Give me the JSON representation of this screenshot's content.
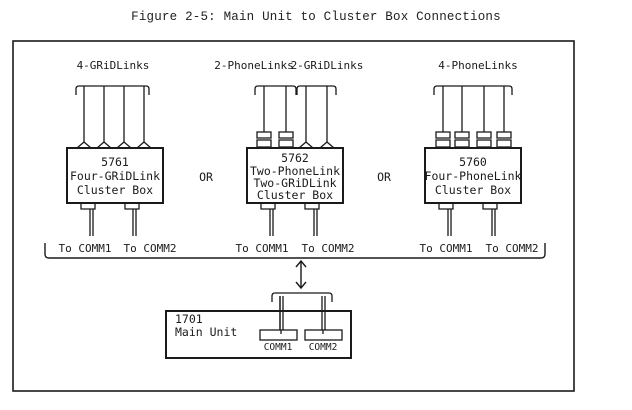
{
  "figure": {
    "title": "Figure 2-5: Main Unit to Cluster Box Connections"
  },
  "cluster_boxes": [
    {
      "model": "5761",
      "name_lines": [
        "Four-GRiDLink",
        "Cluster Box"
      ],
      "group_labels": [
        "4-GRiDLinks"
      ],
      "ports": [
        "gridlink",
        "gridlink",
        "gridlink",
        "gridlink"
      ],
      "outputs": [
        "To COMM1",
        "To COMM2"
      ]
    },
    {
      "model": "5762",
      "name_lines": [
        "Two-PhoneLink",
        "Two-GRiDLink",
        "Cluster Box"
      ],
      "group_labels": [
        "2-PhoneLinks",
        "2-GRiDLinks"
      ],
      "ports": [
        "phonelink",
        "phonelink",
        "gridlink",
        "gridlink"
      ],
      "outputs": [
        "To COMM1",
        "To COMM2"
      ]
    },
    {
      "model": "5760",
      "name_lines": [
        "Four-PhoneLink",
        "Cluster Box"
      ],
      "group_labels": [
        "4-PhoneLinks"
      ],
      "ports": [
        "phonelink",
        "phonelink",
        "phonelink",
        "phonelink"
      ],
      "outputs": [
        "To COMM1",
        "To COMM2"
      ]
    }
  ],
  "separators": [
    "OR",
    "OR"
  ],
  "main_unit": {
    "model": "1701",
    "name": "Main Unit",
    "ports": [
      "COMM1",
      "COMM2"
    ]
  },
  "connection": {
    "type": "bidirectional-arrow-icon"
  },
  "colors": {
    "ink": "#1a1a1a",
    "paper": "#ffffff"
  }
}
